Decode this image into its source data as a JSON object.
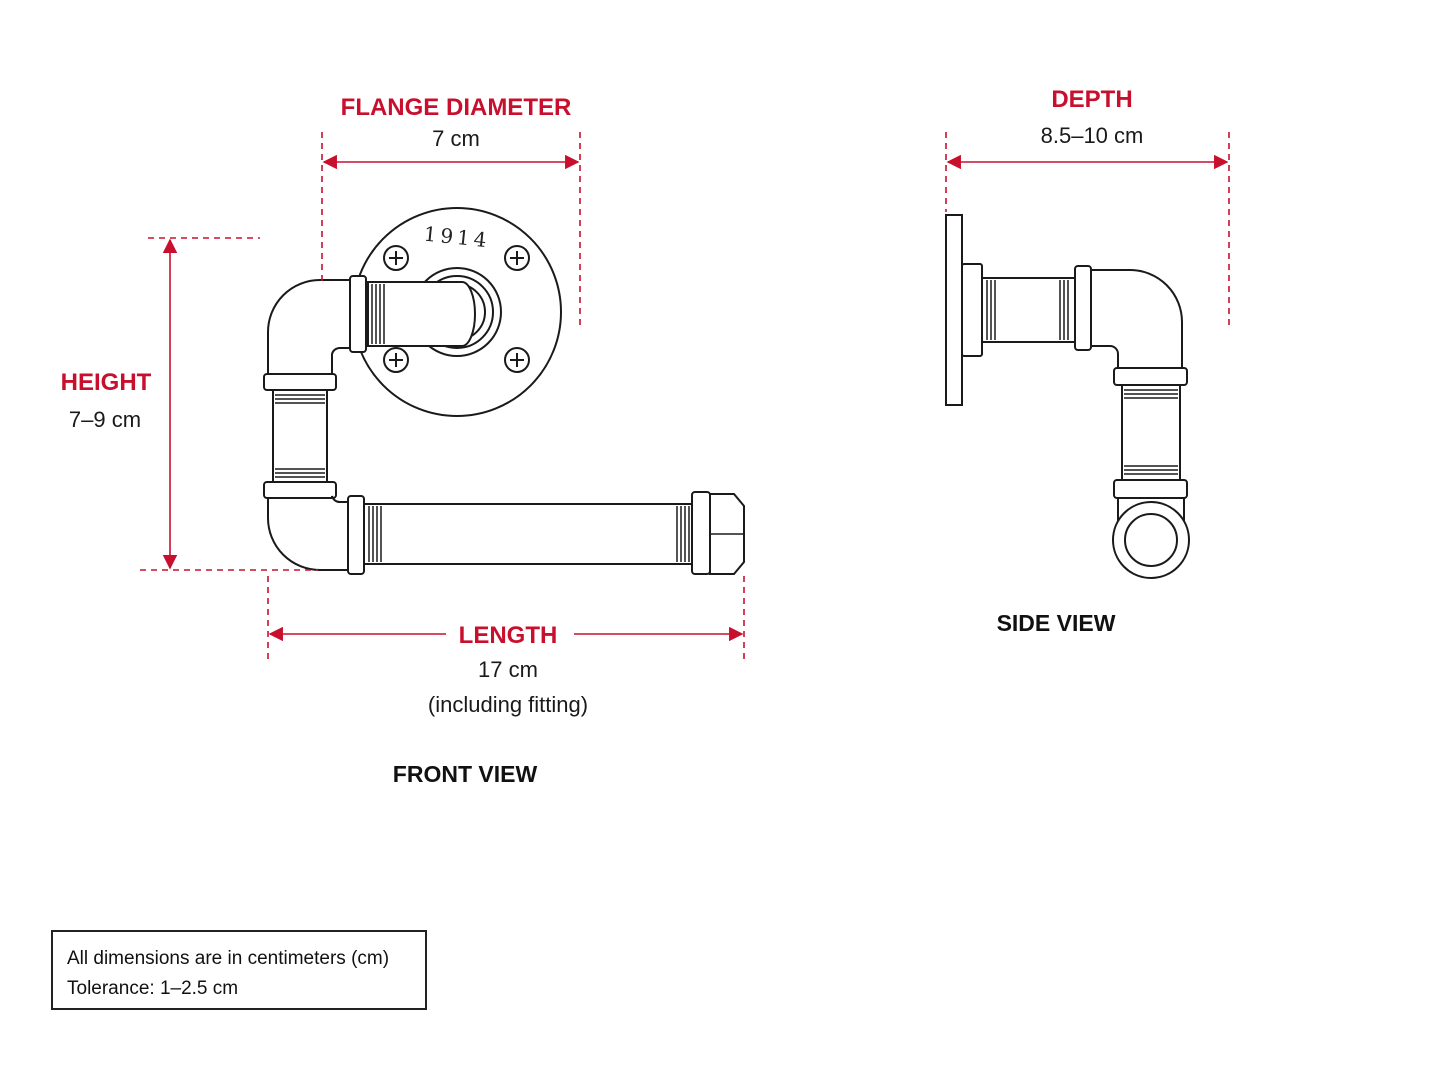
{
  "colors": {
    "accent": "#c8102e",
    "line": "#1a1a1a"
  },
  "front_view": {
    "title": "FRONT VIEW",
    "stamp": "1914",
    "flange_diameter": {
      "label": "FLANGE DIAMETER",
      "value": "7 cm"
    },
    "height": {
      "label": "HEIGHT",
      "value": "7–9 cm"
    },
    "length": {
      "label": "LENGTH",
      "value": "17 cm",
      "note": "(including fitting)"
    }
  },
  "side_view": {
    "title": "SIDE VIEW",
    "depth": {
      "label": "DEPTH",
      "value": "8.5–10 cm"
    }
  },
  "notes": {
    "line1": "All dimensions are in centimeters (cm)",
    "line2": "Tolerance: 1–2.5 cm"
  }
}
